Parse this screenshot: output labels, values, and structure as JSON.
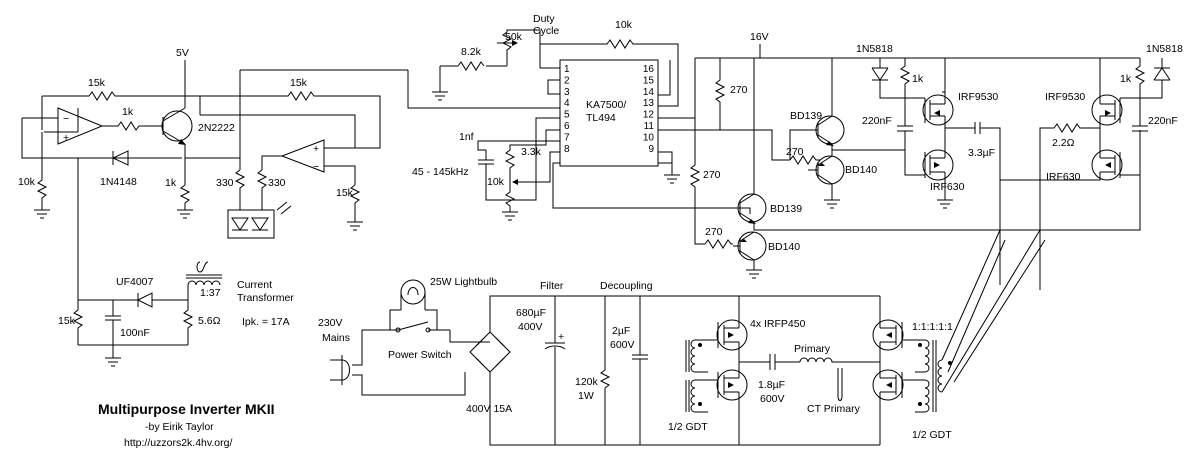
{
  "colors": {
    "wire": "#000000",
    "background": "#ffffff"
  },
  "title": {
    "name": "Multipurpose Inverter MKII",
    "author": "-by Eirik Taylor",
    "url": "http://uzzors2k.4hv.org/"
  },
  "ic": {
    "name_line1": "KA7500/",
    "name_line2": "TL494",
    "pins_left": [
      "1",
      "2",
      "3",
      "4",
      "5",
      "6",
      "7",
      "8"
    ],
    "pins_right": [
      "16",
      "15",
      "14",
      "13",
      "12",
      "11",
      "10",
      "9"
    ]
  },
  "labels": {
    "duty_cycle_line1": "Duty",
    "duty_cycle_line2": "Cycle",
    "r_duty_pot": "50k",
    "r_feedback": "10k",
    "r_timing": "8.2k",
    "c_timing": "1nf",
    "freq_range": "45 - 145kHz",
    "r_3k3": "3.3k",
    "pot_freq": "10k",
    "supply_16v": "16V",
    "r_270_top": "270",
    "r_270_mid": "270",
    "r_270_base": "270",
    "r_270_low": "270",
    "bd139_top": "BD139",
    "bd140_top": "BD140",
    "bd139_low": "BD139",
    "bd140_low": "BD140",
    "diode_left": "1N5818",
    "diode_right": "1N5818",
    "r_1k_left": "1k",
    "r_1k_right": "1k",
    "irf9530_left": "IRF9530",
    "irf9530_right": "IRF9530",
    "cap_220n_left": "220nF",
    "cap_220n_right": "220nF",
    "cap_3u3": "3.3µF",
    "r_2r2": "2.2Ω",
    "irf630_left": "IRF630",
    "irf630_right": "IRF630",
    "supply_5v": "5V",
    "r_15k_top_left": "15k",
    "r_15k_top_right": "15k",
    "r_1k_base": "1k",
    "q_2n2222": "2N2222",
    "r_10k_left": "10k",
    "d_1n4148": "1N4148",
    "r_1k_emitter": "1k",
    "r_330_a": "330",
    "r_330_b": "330",
    "r_15k_right": "15k",
    "d_uf4007": "UF4007",
    "r_15k_ct": "15k",
    "c_100n": "100nF",
    "r_5r6": "5.6Ω",
    "ct_ratio": "1:37",
    "ct_name_line1": "Current",
    "ct_name_line2": "Transformer",
    "ipk": "Ipk. = 17A",
    "lightbulb": "25W Lightbulb",
    "mains_line1": "230V",
    "mains_line2": "Mains",
    "power_switch": "Power Switch",
    "bridge": "400V 15A",
    "filter": "Filter",
    "c_680u_line1": "680µF",
    "c_680u_line2": "400V",
    "r_120k_line1": "120k",
    "r_120k_line2": "1W",
    "decoupling": "Decoupling",
    "c_2u_line1": "2µF",
    "c_2u_line2": "600V",
    "irfp450": "4x IRFP450",
    "c_1u8_line1": "1.8µF",
    "c_1u8_line2": "600V",
    "primary": "Primary",
    "ct_primary": "CT Primary",
    "gdt_left": "1/2 GDT",
    "gdt_right": "1/2 GDT",
    "gdt_ratio": "1:1:1:1:1"
  }
}
